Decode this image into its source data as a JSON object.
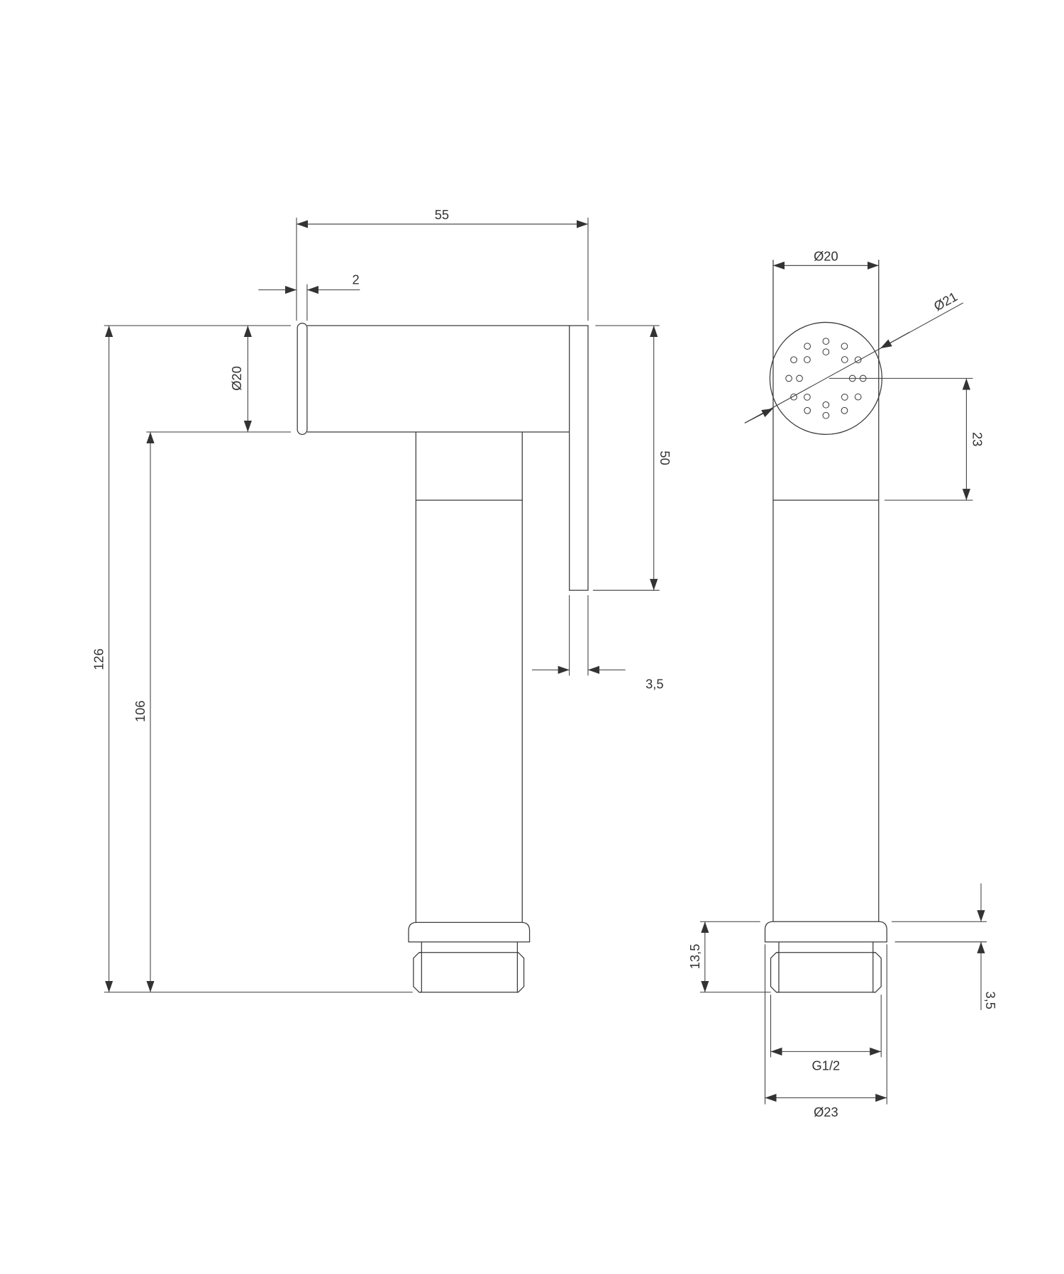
{
  "side_view": {
    "dim_length": "55",
    "dim_cap": "2",
    "dim_spout_dia": "Ø20",
    "dim_total_height": "126",
    "dim_body_height": "106",
    "dim_lever_height": "50",
    "dim_lever_thickness": "3,5"
  },
  "front_view": {
    "dim_body_dia": "Ø20",
    "dim_head_dia": "Ø21",
    "dim_head_offset": "23",
    "dim_base_height": "13,5",
    "dim_flange": "3,5",
    "dim_thread": "G1/2",
    "dim_flange_dia": "Ø23"
  },
  "colors": {
    "line": "#3a3a3a",
    "background": "#ffffff"
  }
}
